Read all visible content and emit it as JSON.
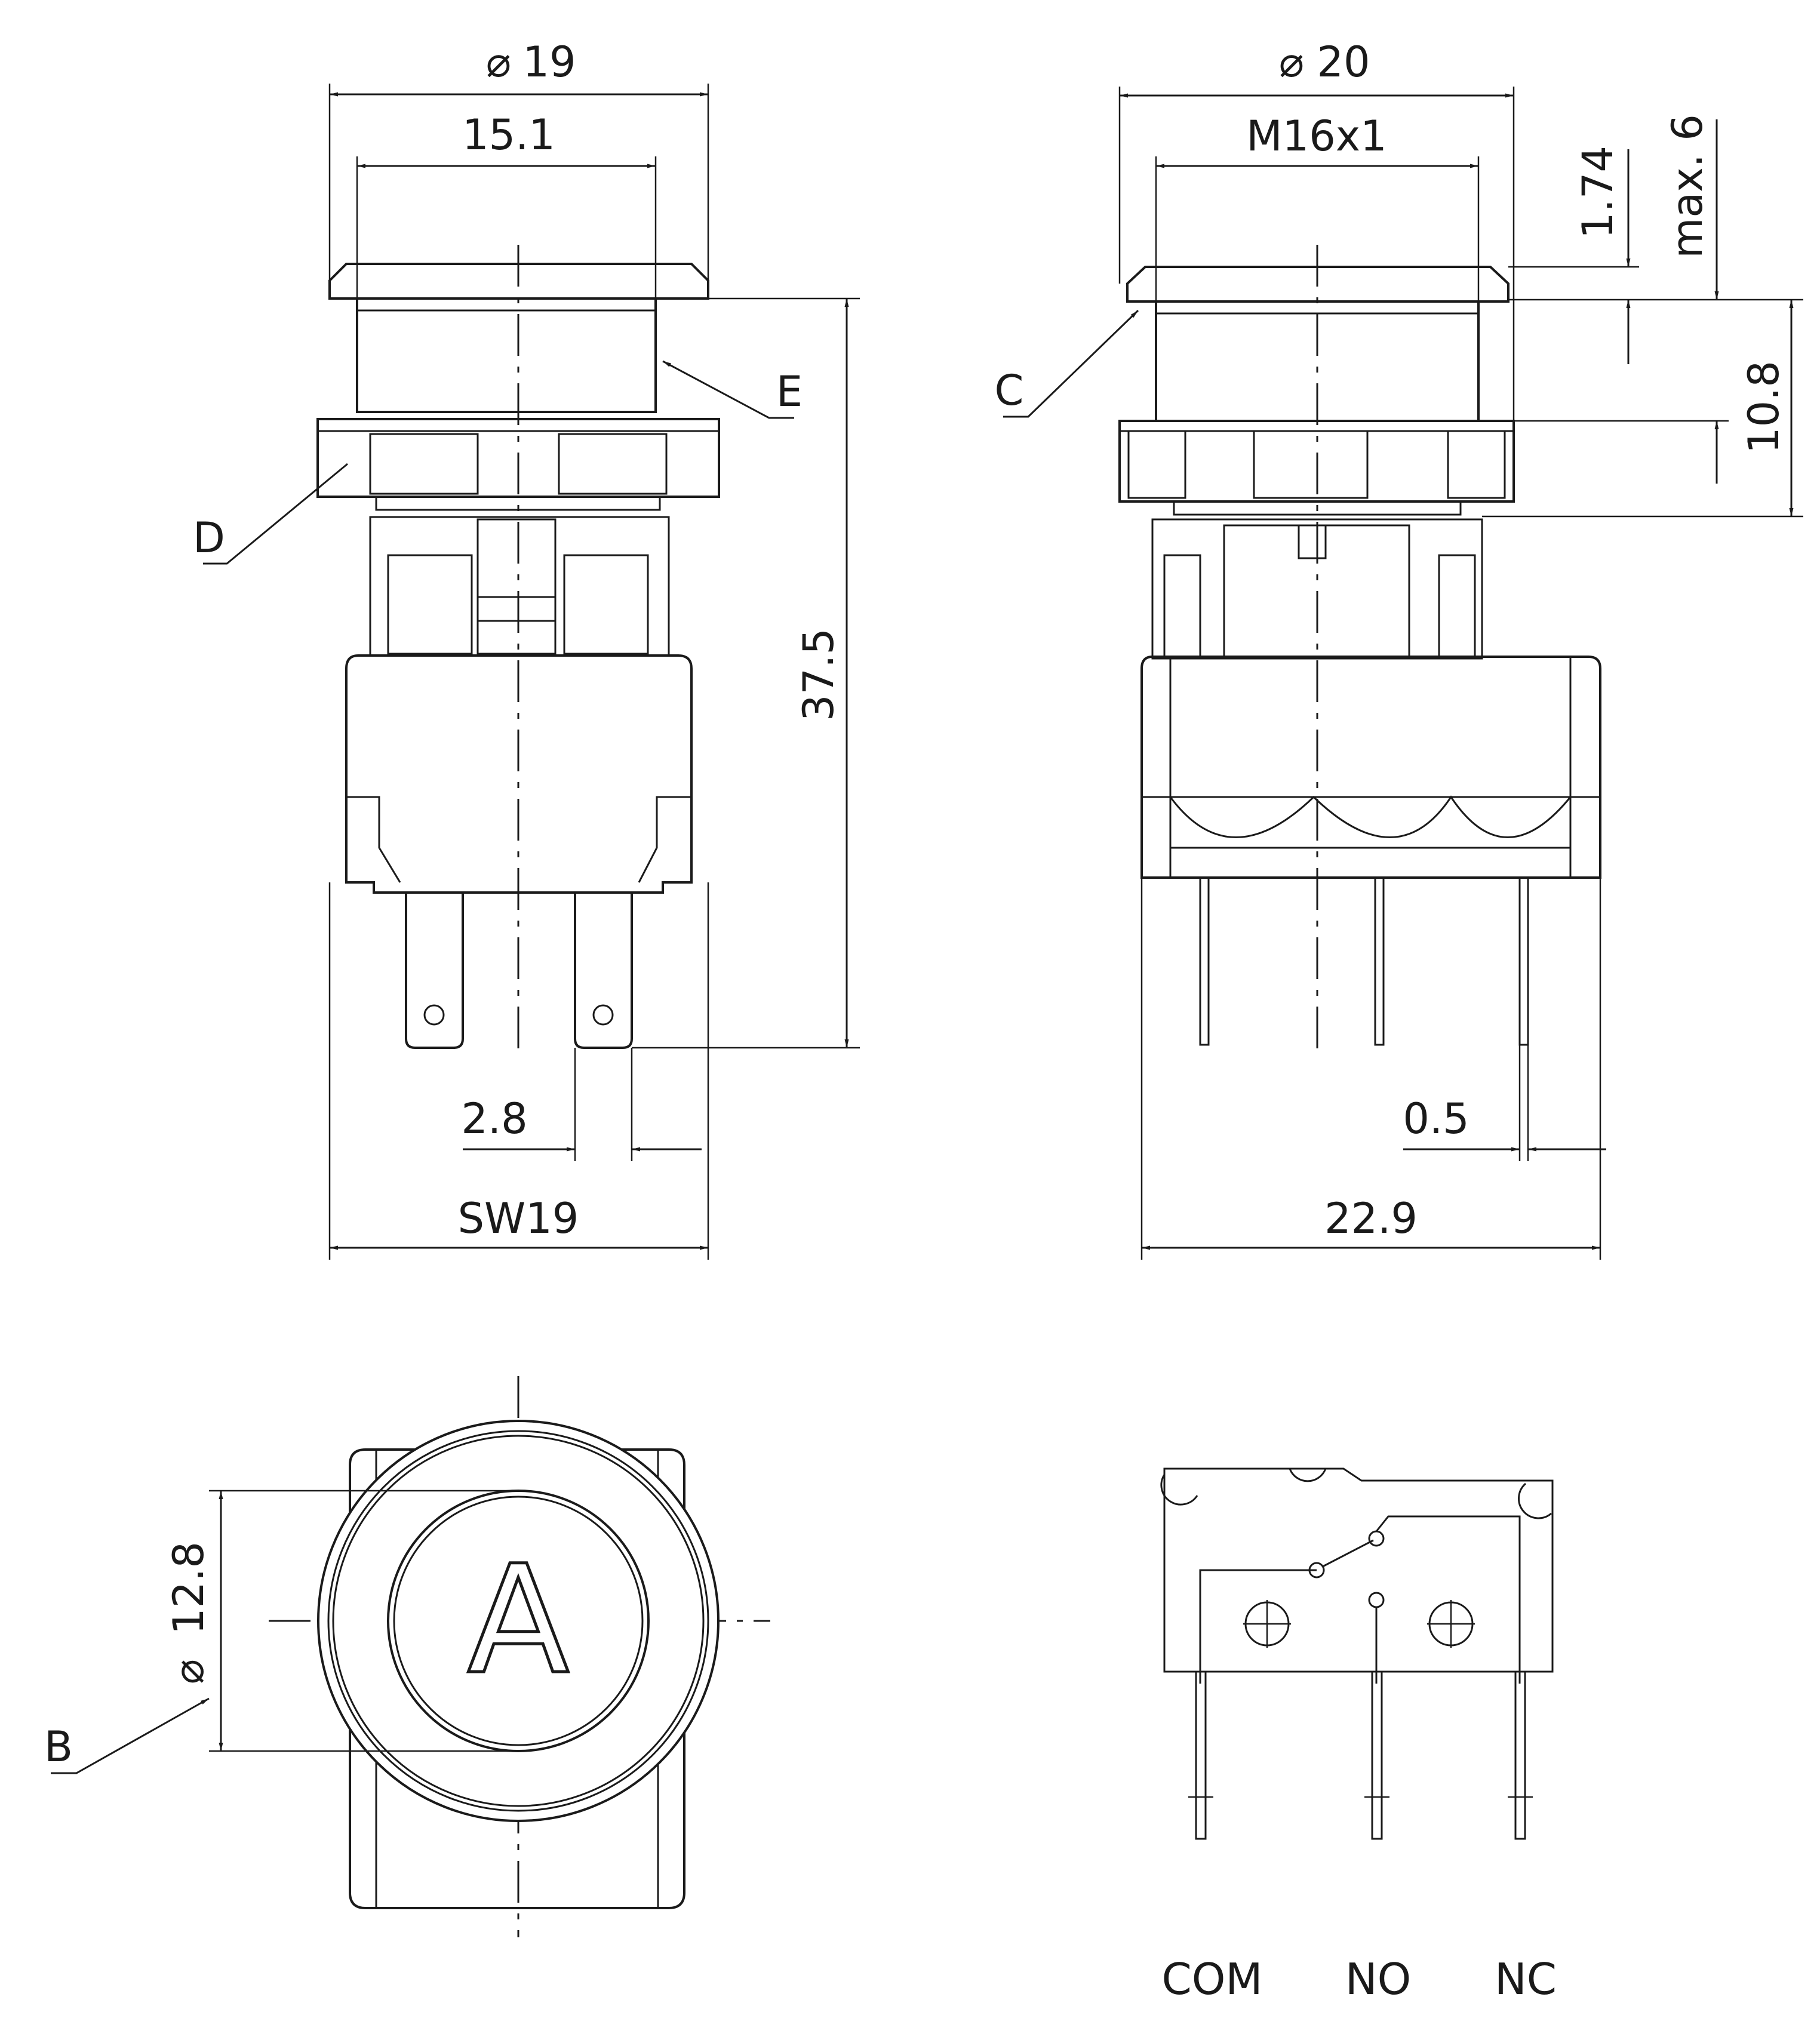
{
  "front_view": {
    "dim_diameter": "19",
    "dim_inner": "15.1",
    "dim_height": "37.5",
    "dim_tab": "2.8",
    "dim_hex": "SW19",
    "label_d": "D",
    "label_e": "E"
  },
  "side_view": {
    "dim_diameter": "20",
    "dim_thread": "M16x1",
    "dim_cap": "1.74",
    "dim_max": "max. 6",
    "dim_panel": "10.8",
    "dim_pin": "0.5",
    "dim_width": "22.9",
    "label_c": "C"
  },
  "top_view": {
    "dim_lens": "12.8",
    "label_b": "B",
    "button_symbol": "A"
  },
  "schematic": {
    "pins": [
      "COM",
      "NO",
      "NC"
    ]
  },
  "colors": {
    "line": "#1a1a1a",
    "background": "#ffffff"
  }
}
